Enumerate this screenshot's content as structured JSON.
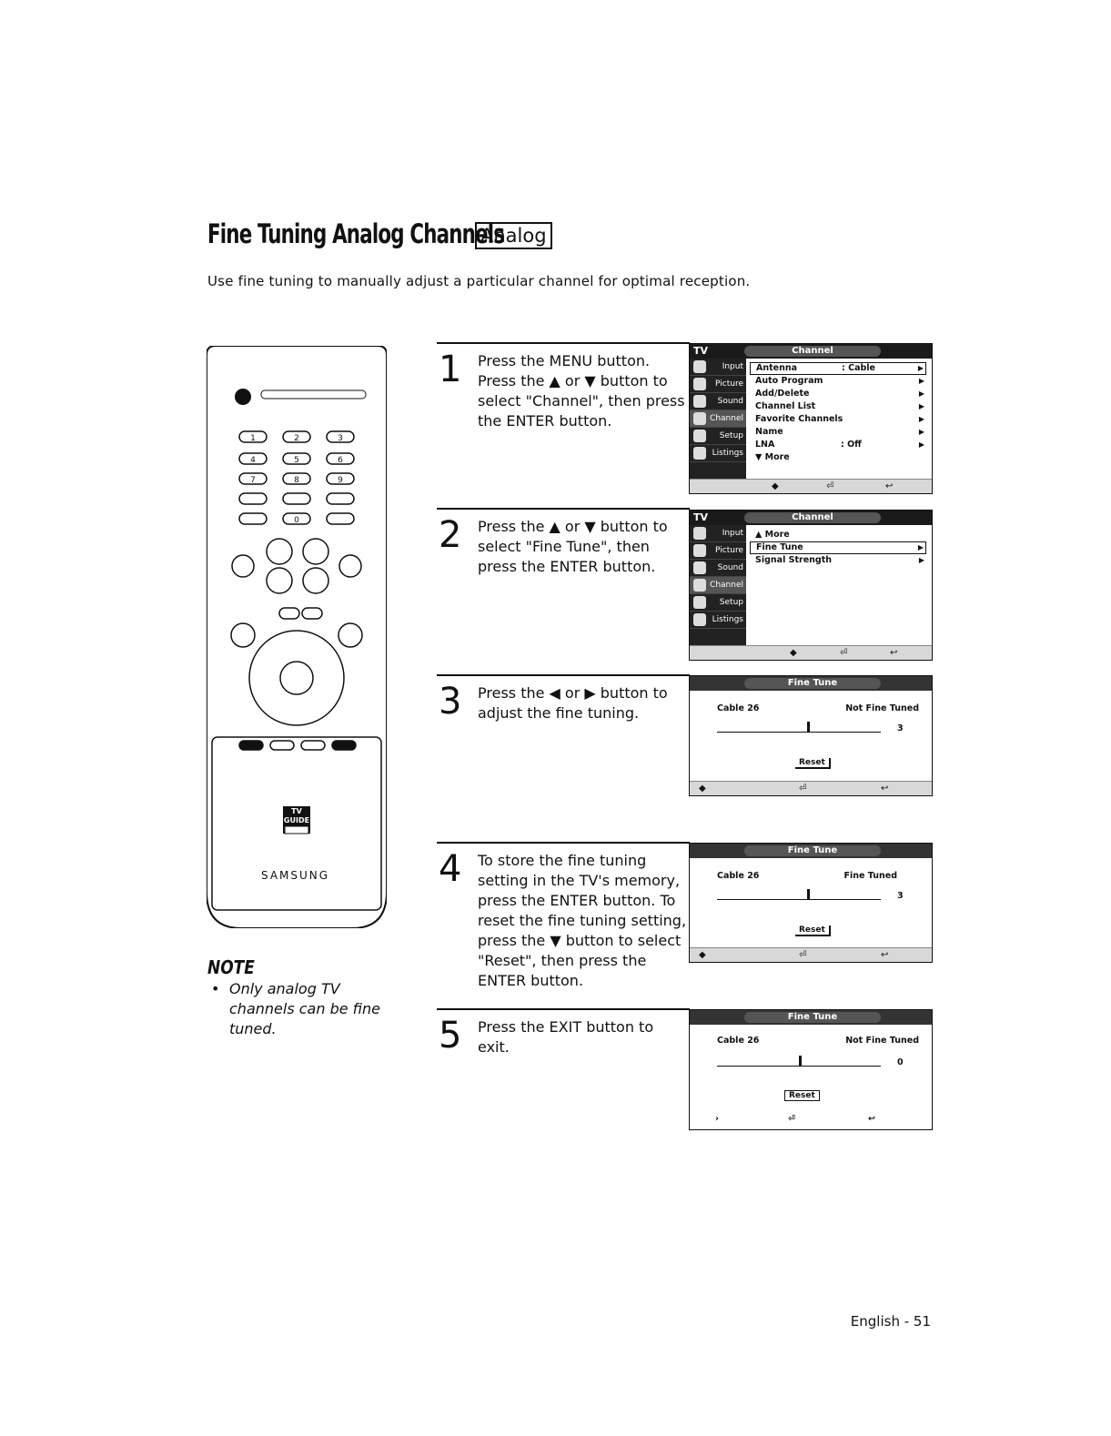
{
  "header": {
    "title": "Fine Tuning Analog Channels",
    "badge": "Analog",
    "intro": "Use fine tuning to manually adjust a particular channel for optimal reception."
  },
  "remote": {
    "brand": "SAMSUNG",
    "logo": "TV GUIDE"
  },
  "note": {
    "heading": "NOTE",
    "bullet": "•",
    "text": "Only analog TV channels can be fine tuned."
  },
  "steps": [
    {
      "num": "1",
      "text": "Press the MENU button. Press the ▲ or ▼ button to select \"Channel\", then press the ENTER button."
    },
    {
      "num": "2",
      "text": "Press the ▲ or ▼ button to select \"Fine Tune\", then press the ENTER button."
    },
    {
      "num": "3",
      "text": "Press the ◀ or ▶ button to adjust the fine tuning."
    },
    {
      "num": "4",
      "text": "To store the fine tuning setting in the TV's memory, press the ENTER button. To reset the fine tuning setting, press the ▼ button to select \"Reset\", then press the ENTER button."
    },
    {
      "num": "5",
      "text": "Press the EXIT button to exit."
    }
  ],
  "screen1": {
    "tv": "TV",
    "title": "Channel",
    "sidebar": [
      "Input",
      "Picture",
      "Sound",
      "Channel",
      "Setup",
      "Listings"
    ],
    "rows": [
      {
        "label": "Antenna",
        "value": ": Cable",
        "arrow": "▶"
      },
      {
        "label": "Auto Program",
        "value": "",
        "arrow": "▶"
      },
      {
        "label": "Add/Delete",
        "value": "",
        "arrow": "▶"
      },
      {
        "label": "Channel List",
        "value": "",
        "arrow": "▶"
      },
      {
        "label": "Favorite Channels",
        "value": "",
        "arrow": "▶"
      },
      {
        "label": "Name",
        "value": "",
        "arrow": "▶"
      },
      {
        "label": "LNA",
        "value": ": Off",
        "arrow": "▶"
      },
      {
        "label": "▼ More",
        "value": "",
        "arrow": ""
      }
    ]
  },
  "screen2": {
    "tv": "TV",
    "title": "Channel",
    "sidebar": [
      "Input",
      "Picture",
      "Sound",
      "Channel",
      "Setup",
      "Listings"
    ],
    "rows": [
      {
        "label": "▲ More",
        "value": "",
        "arrow": ""
      },
      {
        "label": "Fine Tune",
        "value": "",
        "arrow": "▶"
      },
      {
        "label": "Signal Strength",
        "value": "",
        "arrow": "▶"
      }
    ]
  },
  "screen3": {
    "title": "Fine Tune",
    "channel": "Cable  26",
    "status": "Not Fine Tuned",
    "value": "3",
    "reset": "Reset",
    "level": 0.55
  },
  "screen4": {
    "title": "Fine Tune",
    "channel": "Cable  26",
    "status": "Fine Tuned",
    "value": "3",
    "reset": "Reset",
    "level": 0.55
  },
  "screen5": {
    "title": "Fine Tune",
    "channel": "Cable  26",
    "status": "Not Fine Tuned",
    "value": "0",
    "reset": "Reset",
    "level": 0.5
  },
  "footer": {
    "page": "English - 51"
  }
}
